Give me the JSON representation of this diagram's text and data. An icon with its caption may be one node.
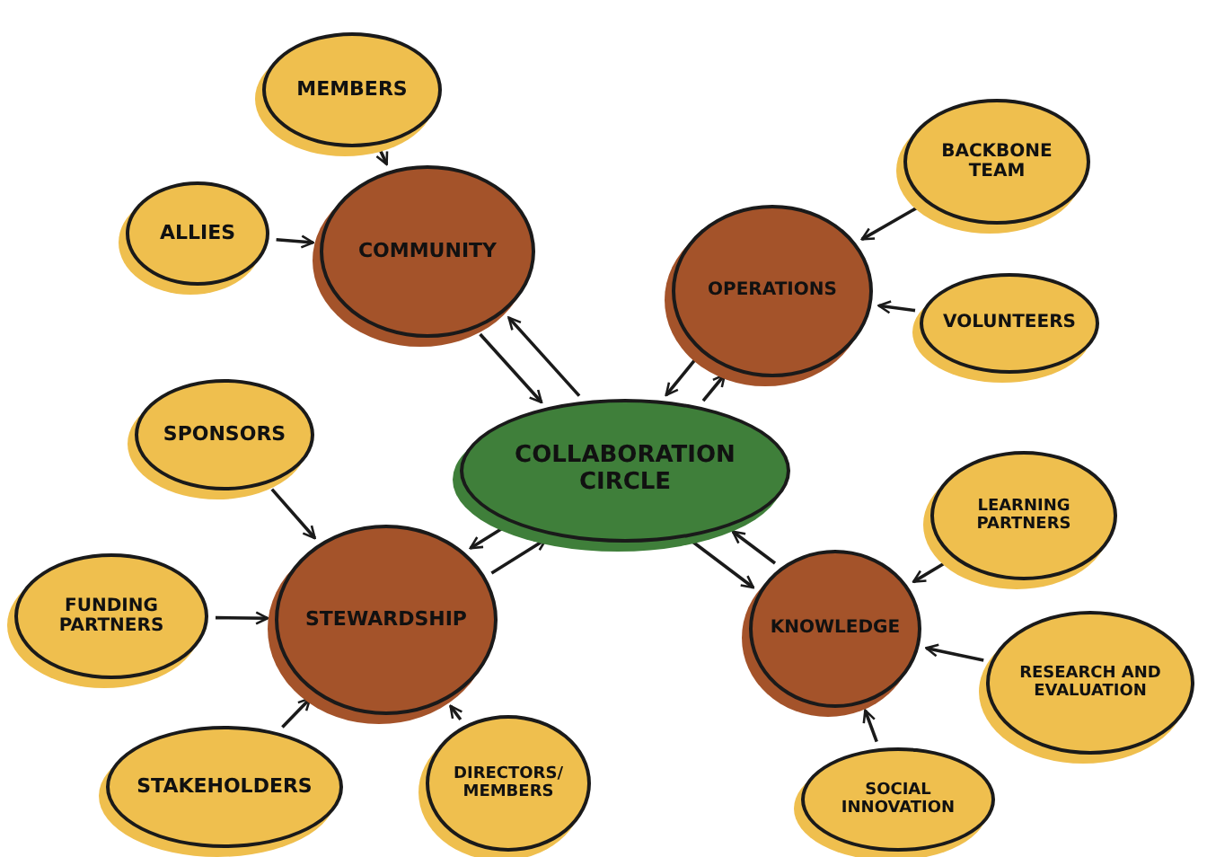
{
  "diagram": {
    "nodes": [
      {
        "text": [
          "COLLABORATION CIRCLE"
        ]
      },
      {
        "text": [
          "COMMUNITY"
        ]
      },
      {
        "text": [
          "OPERATIONS"
        ]
      },
      {
        "text": [
          "STEWARDSHIP"
        ]
      },
      {
        "text": [
          "KNOWLEDGE"
        ]
      },
      {
        "text": [
          "MEMBERS"
        ]
      },
      {
        "text": [
          "ALLIES"
        ]
      },
      {
        "text": [
          "BACKBONE TEAM"
        ]
      },
      {
        "text": [
          "VOLUNTEERS"
        ]
      },
      {
        "text": [
          "SPONSORS"
        ]
      },
      {
        "text": [
          "FUNDING PARTNERS"
        ]
      },
      {
        "text": [
          "STAKEHOLDERS"
        ]
      },
      {
        "text": [
          "DIRECTORS/ MEMBERS"
        ]
      },
      {
        "text": [
          "LEARNING PARTNERS"
        ]
      },
      {
        "text": [
          "RESEARCH AND EVALUATION"
        ]
      },
      {
        "text": [
          "SOCIAL INNOVATION"
        ]
      }
    ],
    "edges": [
      {
        "from": 1,
        "to": 0,
        "arrow": "to"
      },
      {
        "from": 0,
        "to": 1,
        "arrow": "to"
      },
      {
        "from": 0,
        "to": 2,
        "arrow": "to"
      },
      {
        "from": 2,
        "to": 0,
        "arrow": "to"
      },
      {
        "from": 0,
        "to": 3,
        "arrow": "to"
      },
      {
        "from": 3,
        "to": 0,
        "arrow": "to"
      },
      {
        "from": 0,
        "to": 4,
        "arrow": "to"
      },
      {
        "from": 4,
        "to": 0,
        "arrow": "to"
      },
      {
        "from": 5,
        "to": 1,
        "arrow": "to"
      },
      {
        "from": 6,
        "to": 1,
        "arrow": "to"
      },
      {
        "from": 7,
        "to": 2,
        "arrow": "to"
      },
      {
        "from": 8,
        "to": 2,
        "arrow": "to"
      },
      {
        "from": 9,
        "to": 3,
        "arrow": "to"
      },
      {
        "from": 10,
        "to": 3,
        "arrow": "to"
      },
      {
        "from": 11,
        "to": 3,
        "arrow": "to"
      },
      {
        "from": 12,
        "to": 3,
        "arrow": "to"
      },
      {
        "from": 13,
        "to": 4,
        "arrow": "to"
      },
      {
        "from": 14,
        "to": 4,
        "arrow": "to"
      },
      {
        "from": 15,
        "to": 4,
        "arrow": "to"
      }
    ]
  }
}
